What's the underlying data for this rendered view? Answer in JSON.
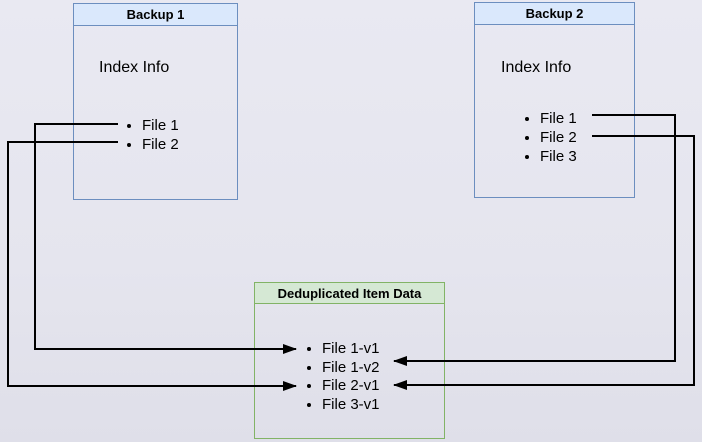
{
  "diagram": {
    "backup1": {
      "title": "Backup 1",
      "section_label": "Index Info",
      "items": [
        "File 1",
        "File 2"
      ]
    },
    "backup2": {
      "title": "Backup 2",
      "section_label": "Index Info",
      "items": [
        "File 1",
        "File 2",
        "File 3"
      ]
    },
    "dedup": {
      "title": "Deduplicated Item Data",
      "items": [
        "File 1-v1",
        "File 1-v2",
        "File 2-v1",
        "File 3-v1"
      ]
    },
    "connections": [
      {
        "from": "Backup 1 / File 1",
        "to": "Deduplicated Item Data / File 1-v1",
        "side": "left"
      },
      {
        "from": "Backup 1 / File 2",
        "to": "Deduplicated Item Data / File 2-v1",
        "side": "left"
      },
      {
        "from": "Backup 2 / File 1",
        "to": "Deduplicated Item Data / File 1-v2",
        "side": "right"
      },
      {
        "from": "Backup 2 / File 2",
        "to": "Deduplicated Item Data / File 2-v1",
        "side": "right"
      }
    ],
    "colors": {
      "backup_header_fill": "#dae8fc",
      "backup_border": "#6c8ebf",
      "dedup_header_fill": "#d5e8d4",
      "dedup_border": "#82b366",
      "connector": "#000000",
      "background": "#e5e5ee"
    }
  }
}
